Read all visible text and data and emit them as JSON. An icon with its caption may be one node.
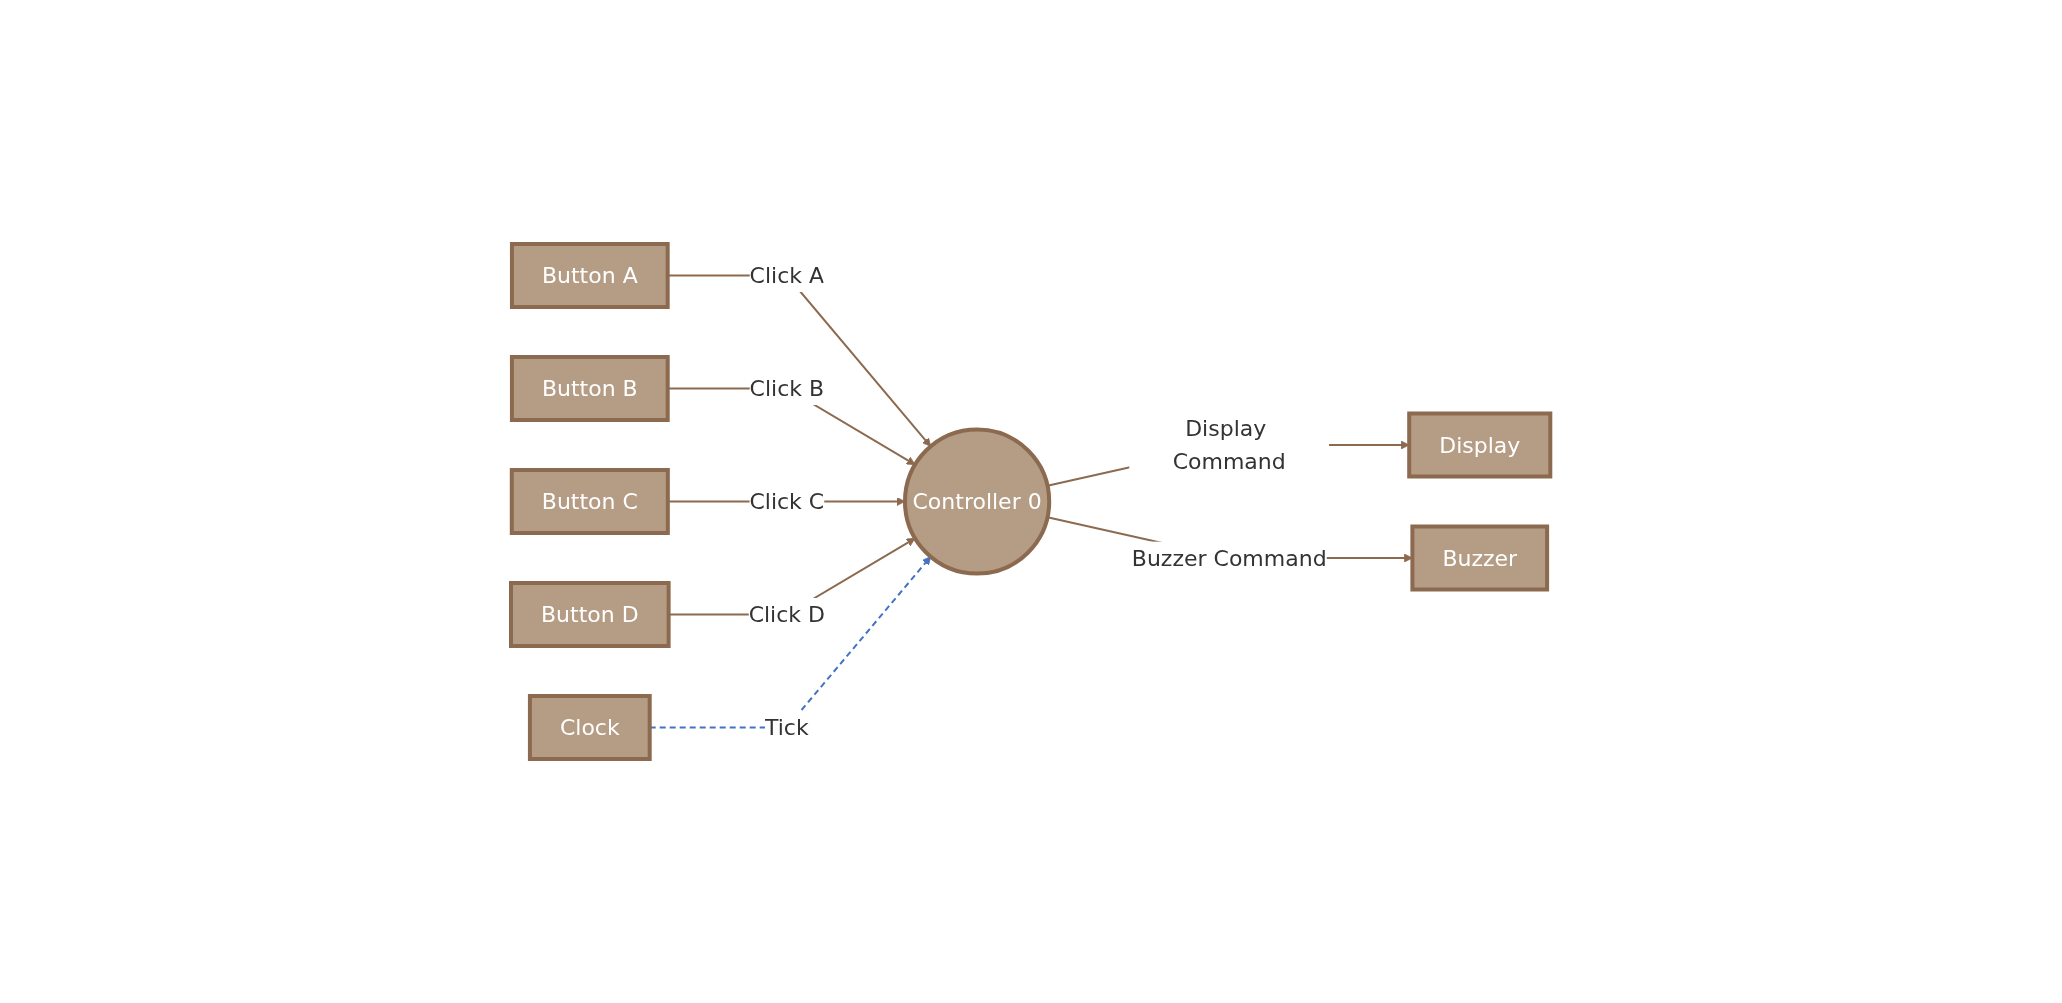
{
  "diagram": {
    "nodes": [
      {
        "text": [
          "Button A"
        ]
      },
      {
        "text": [
          "Button B"
        ]
      },
      {
        "text": [
          "Button C"
        ]
      },
      {
        "text": [
          "Button D"
        ]
      },
      {
        "text": [
          "Controller 0"
        ]
      },
      {
        "text": [
          "Display"
        ]
      },
      {
        "text": [
          "Buzzer"
        ]
      },
      {
        "text": [
          "Clock"
        ]
      }
    ],
    "edges": [
      {
        "from": 0,
        "to": 4,
        "arrow": "to",
        "label": "Click A"
      },
      {
        "from": 1,
        "to": 4,
        "arrow": "to",
        "label": "Click B"
      },
      {
        "from": 2,
        "to": 4,
        "arrow": "to",
        "label": "Click C"
      },
      {
        "from": 3,
        "to": 4,
        "arrow": "to",
        "label": "Click D"
      },
      {
        "from": 4,
        "to": 5,
        "arrow": "to",
        "label": "Display Command"
      },
      {
        "from": 4,
        "to": 6,
        "arrow": "to",
        "label": "Buzzer Command"
      },
      {
        "from": 7,
        "to": 4,
        "arrow": "to",
        "label": "Tick",
        "style": "dashed",
        "color": "#4472c4"
      }
    ]
  }
}
